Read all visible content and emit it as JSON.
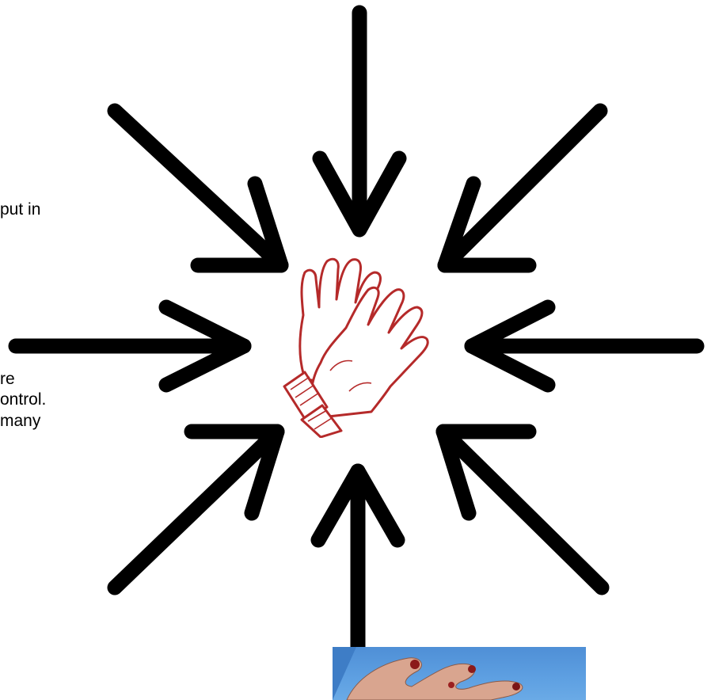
{
  "text_fragments": {
    "line1": "put in",
    "line2": "re",
    "line3": "ontrol.",
    "line4": "many"
  },
  "graphics": {
    "arrow_color": "#000000",
    "glove_color": "#b52a2a",
    "center_icon": "work-gloves-icon",
    "photo": "injured-hand-photo"
  }
}
